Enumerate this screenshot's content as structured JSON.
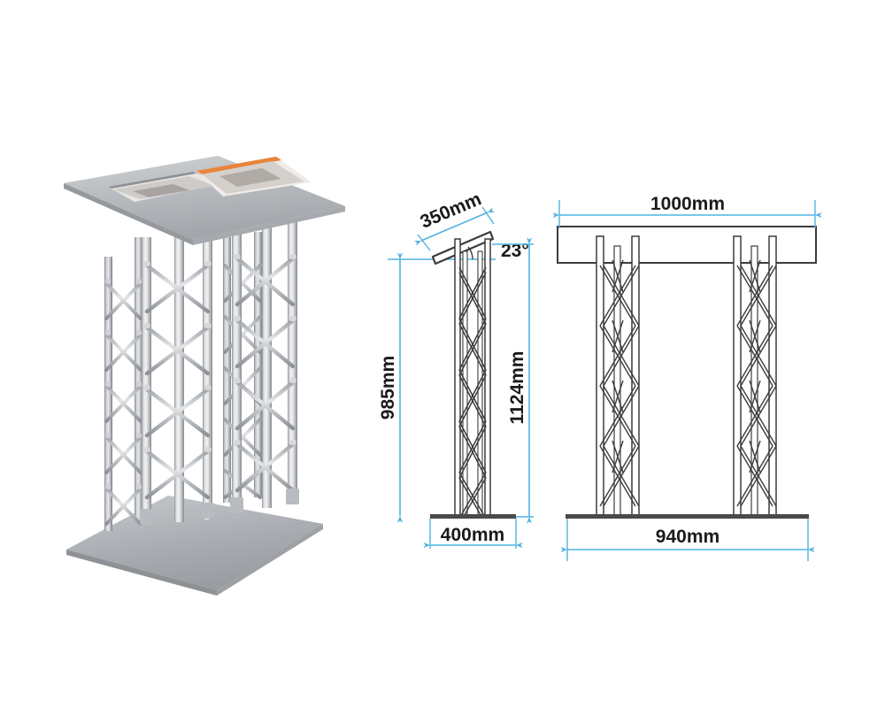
{
  "drawing": {
    "title": "Truss Lectern Podium Technical Drawing",
    "background_color": "#ffffff",
    "dimension_line_color": "#4FB3E0",
    "outline_color": "#3c3c3c",
    "metal_color": "#b9bcc0"
  },
  "views": {
    "photo": {
      "name": "3d-render-view",
      "description": "Silver aluminium truss lectern with sloped top and brochures"
    },
    "side": {
      "name": "side-elevation-view"
    },
    "front": {
      "name": "front-elevation-view"
    }
  },
  "dimensions": {
    "top_slope_length": "350mm",
    "slope_angle": "23°",
    "side_height": "985mm",
    "overall_height": "1124mm",
    "side_base_width": "400mm",
    "front_top_width": "1000mm",
    "front_base_width": "940mm"
  },
  "brochures": [
    {
      "name": "brochure-left",
      "header_color": "#8e9094",
      "body_color": "#e8e6e4"
    },
    {
      "name": "brochure-right",
      "header_color": "#e8843a",
      "body_color": "#efece9"
    }
  ]
}
